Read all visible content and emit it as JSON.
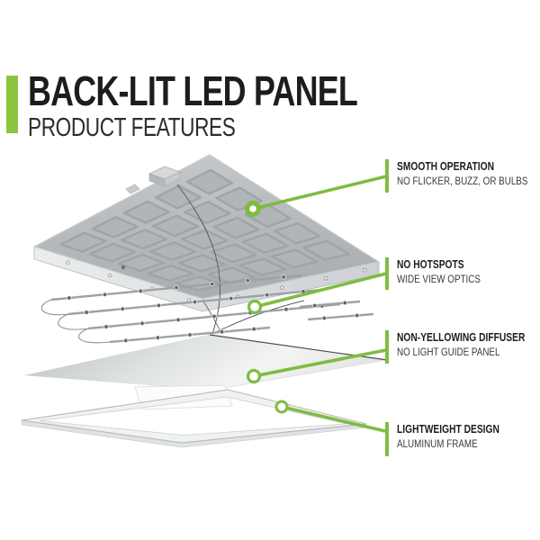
{
  "title": {
    "heading": "BACK-LIT LED PANEL",
    "subheading": "PRODUCT FEATURES"
  },
  "features": [
    {
      "heading": "SMOOTH OPERATION",
      "sub": "NO FLICKER, BUZZ, OR BULBS"
    },
    {
      "heading": "NO HOTSPOTS",
      "sub": "WIDE VIEW OPTICS"
    },
    {
      "heading": "NON-YELLOWING DIFFUSER",
      "sub": "NO LIGHT GUIDE PANEL"
    },
    {
      "heading": "LIGHTWEIGHT DESIGN",
      "sub": "ALUMINUM FRAME"
    }
  ],
  "colors": {
    "accent_green": "#7FBC42",
    "title_bar_green": "#8CC63F",
    "heading_text": "#1D1D1B",
    "sub_text": "#3A3A39",
    "panel_gray": "#B7BBBE"
  }
}
